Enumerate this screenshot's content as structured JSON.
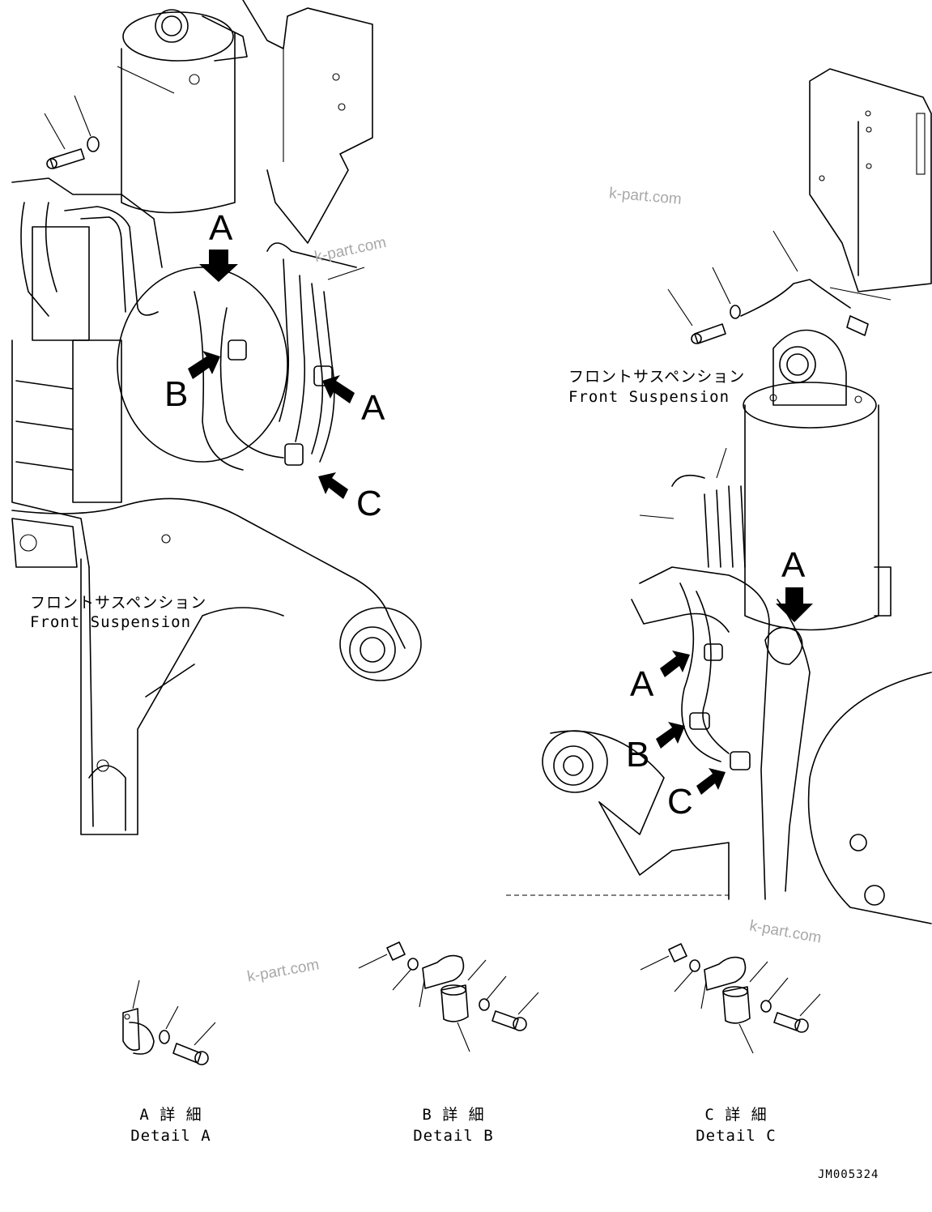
{
  "callouts": {
    "left": {
      "a_top": "A",
      "b": "B",
      "a_right": "A",
      "c": "C"
    },
    "right": {
      "a_top": "A",
      "a_left": "A",
      "b": "B",
      "c": "C"
    }
  },
  "captions": {
    "left_jp": "フロントサスペンション",
    "left_en": "Front Suspension",
    "right_jp": "フロントサスペンション",
    "right_en": "Front Suspension"
  },
  "details": [
    {
      "jp": "A 詳 細",
      "en": "Detail A"
    },
    {
      "jp": "B 詳 細",
      "en": "Detail B"
    },
    {
      "jp": "C 詳 細",
      "en": "Detail C"
    }
  ],
  "watermarks": [
    "k-part.com",
    "k-part.com",
    "k-part.com",
    "k-part.com"
  ],
  "drawing_code": "JM005324"
}
